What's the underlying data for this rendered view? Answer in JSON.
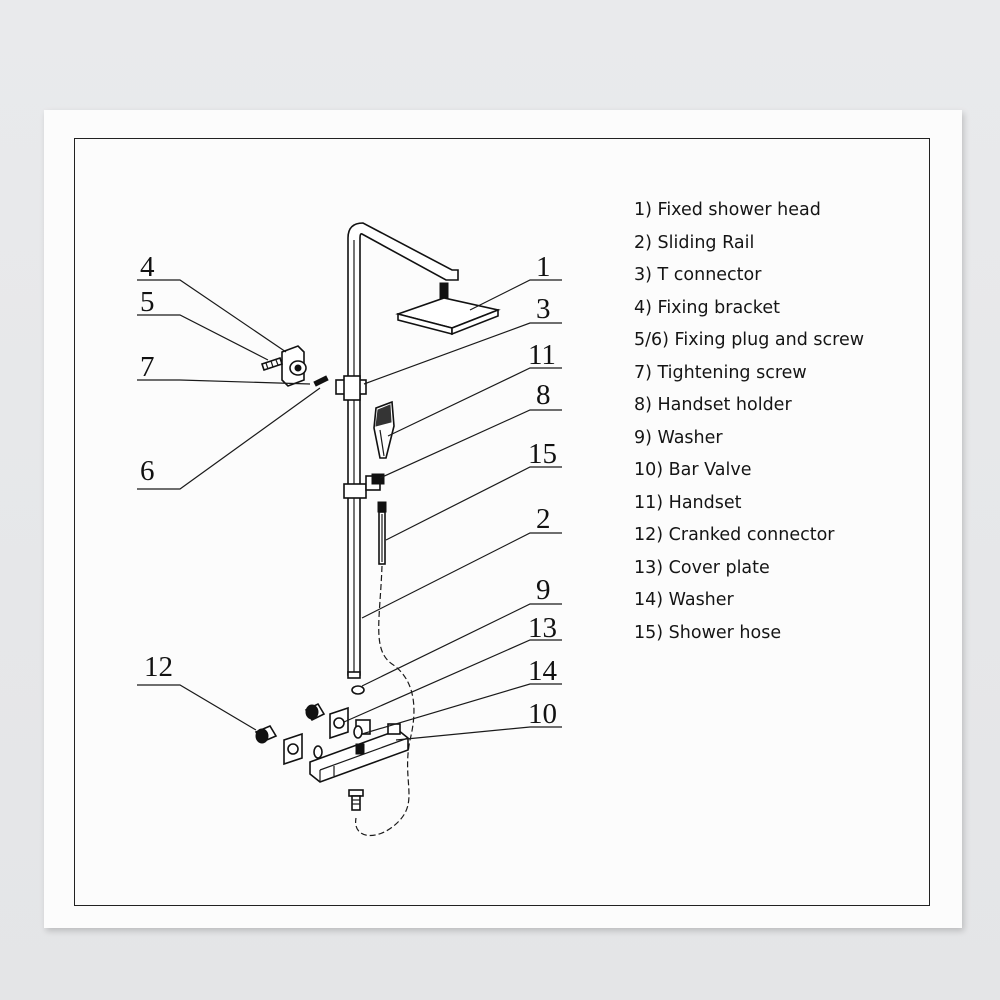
{
  "callouts": {
    "c1": "1",
    "c2": "2",
    "c3": "3",
    "c4": "4",
    "c5": "5",
    "c6": "6",
    "c7": "7",
    "c8": "8",
    "c9": "9",
    "c10": "10",
    "c11": "11",
    "c12": "12",
    "c13": "13",
    "c14": "14",
    "c15": "15"
  },
  "legend": [
    "1) Fixed shower head",
    "2) Sliding Rail",
    "3) T connector",
    "4) Fixing bracket",
    "5/6) Fixing plug and screw",
    "7) Tightening screw",
    "8) Handset holder",
    "9) Washer",
    "10) Bar Valve",
    "11) Handset",
    "12) Cranked connector",
    "13) Cover plate",
    "14) Washer",
    "15) Shower hose"
  ]
}
